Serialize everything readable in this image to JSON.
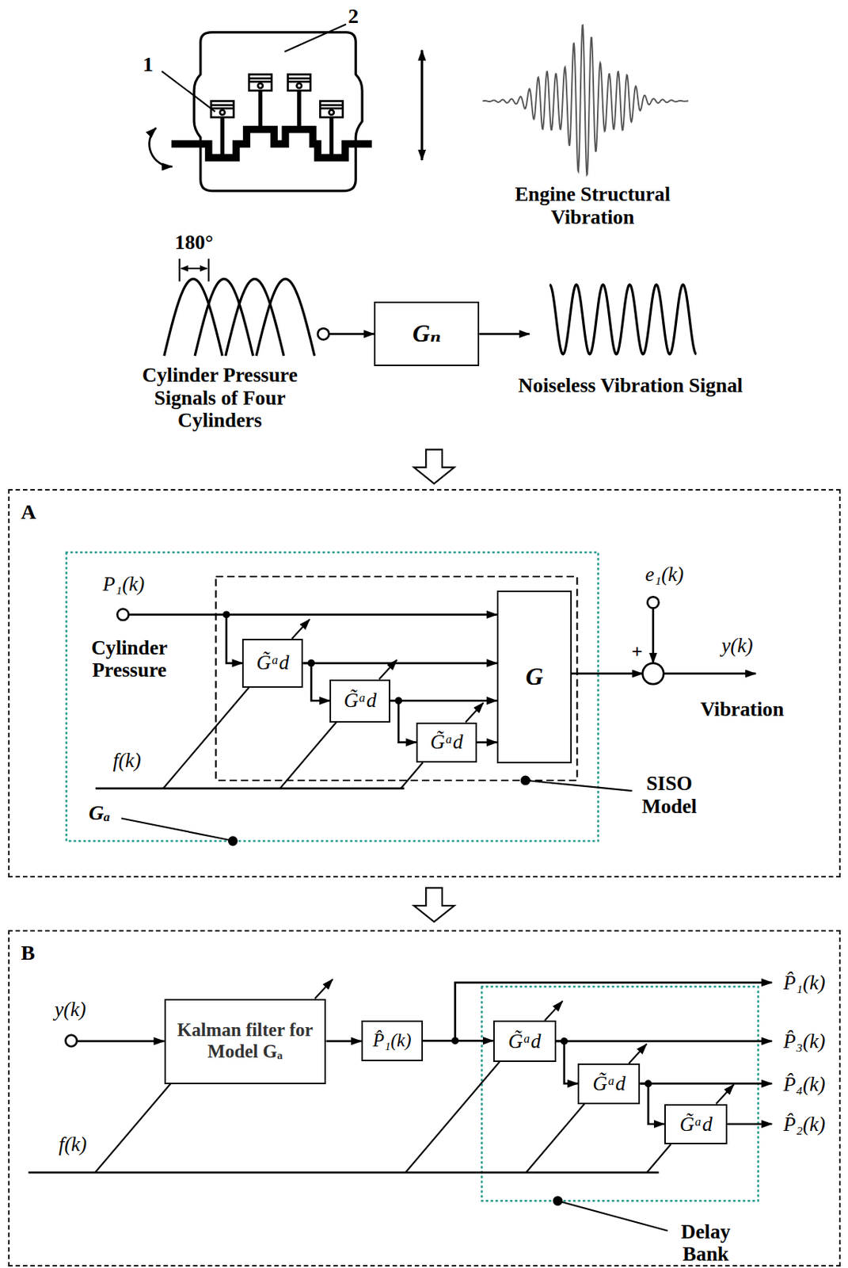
{
  "diagram": {
    "nodes": [
      {
        "text": [
          "Gₙ"
        ]
      },
      {
        "text": [
          "A"
        ]
      },
      {
        "text": [
          "G̃ᵃd"
        ],
        "in": 1
      },
      {
        "text": [
          "G̃ᵃd"
        ],
        "in": 1
      },
      {
        "text": [
          "G̃ᵃd"
        ],
        "in": 1
      },
      {
        "text": [
          "G"
        ],
        "in": 1
      },
      {
        "text": [
          "B"
        ]
      },
      {
        "text": [
          "Kalman filter for Model Gₐ"
        ],
        "in": 6
      },
      {
        "text": [
          "P̂₁(k)"
        ],
        "in": 6
      },
      {
        "text": [
          "G̃ᵃd"
        ],
        "in": 6
      },
      {
        "text": [
          "G̃ᵃd"
        ],
        "in": 6
      },
      {
        "text": [
          "G̃ᵃd"
        ],
        "in": 6
      }
    ],
    "edges": [
      {
        "from": 2,
        "to": 5,
        "arrow": "to"
      },
      {
        "from": 2,
        "to": 3,
        "arrow": "to"
      },
      {
        "from": 3,
        "to": 5,
        "arrow": "to"
      },
      {
        "from": 3,
        "to": 4,
        "arrow": "to"
      },
      {
        "from": 4,
        "to": 5,
        "arrow": "to"
      },
      {
        "from": 7,
        "to": 8,
        "arrow": "to"
      },
      {
        "from": 8,
        "to": 9,
        "arrow": "to"
      },
      {
        "from": 9,
        "to": 10,
        "arrow": "to"
      },
      {
        "from": 10,
        "to": 11,
        "arrow": "to"
      }
    ],
    "labels": [
      "1",
      "2",
      "Engine Structural Vibration",
      "180°",
      "Cylinder Pressure Signals of Four Cylinders",
      "Noiseless Vibration Signal",
      "P₁(k)",
      "Cylinder Pressure",
      "f(k)",
      "Gₐ",
      "SISO Model",
      "e₁(k)",
      "+",
      "y(k)",
      "Vibration",
      "y(k)",
      "f(k)",
      "P̂₁(k)",
      "P̂₃(k)",
      "P̂₄(k)",
      "P̂₂(k)",
      "Delay Bank"
    ]
  }
}
